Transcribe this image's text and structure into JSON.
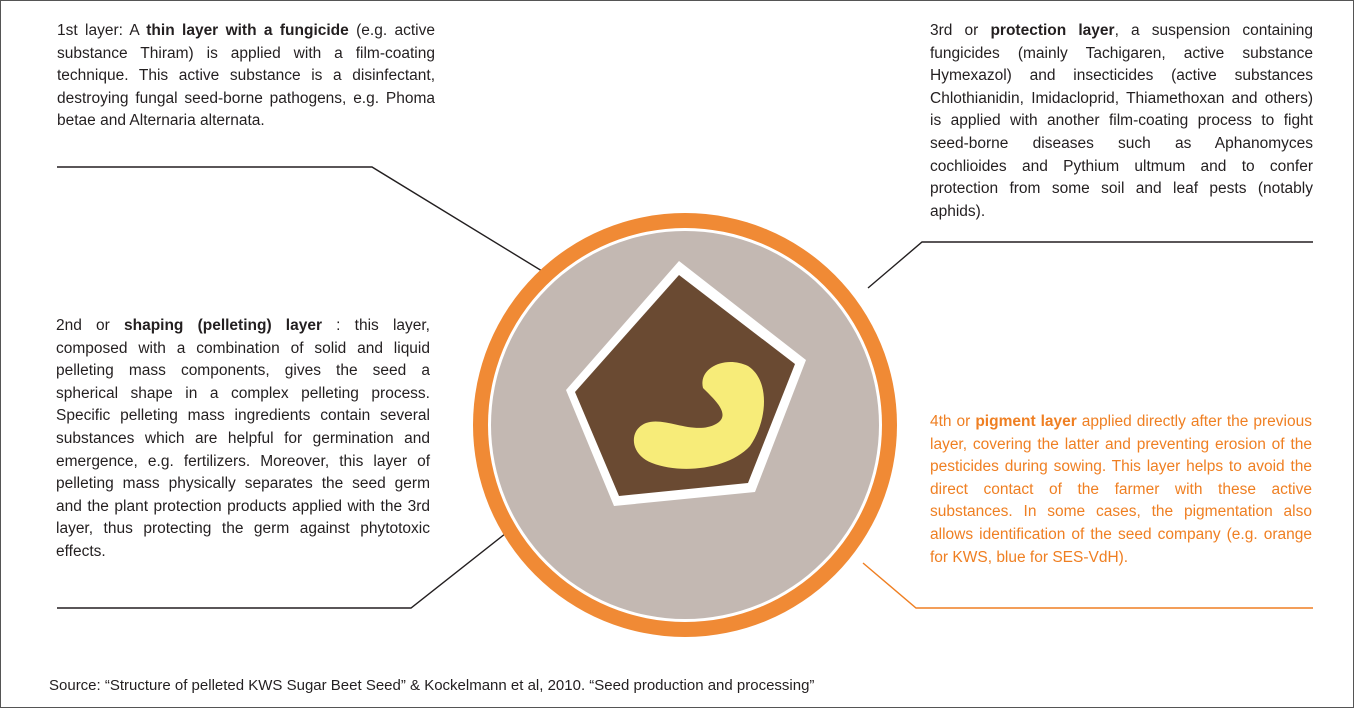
{
  "colors": {
    "ring": "#f08a35",
    "pellet": "#c3b8b2",
    "seed_coat": "#6a4a32",
    "germ": "#f7ec79",
    "accent_text": "#ef7f22",
    "line": "#231f20"
  },
  "layers": {
    "first": {
      "prefix": "1st layer: A ",
      "bold": "thin layer with a fungicide",
      "suffix": " (e.g. active substance Thiram) is applied with a film-coating technique. This active substance is a disinfectant, destroying fungal seed-borne pathogens, e.g. Phoma betae and Alternaria alternata."
    },
    "second": {
      "prefix": "2nd or ",
      "bold": "shaping (pelleting) layer",
      "suffix": " : this layer, composed with a combination of solid and liquid pelleting mass components, gives the seed a spherical shape in a complex pelleting process. Specific pelleting mass ingredients contain several substances which are helpful for germination and emergence, e.g. fertilizers. Moreover, this layer of pelleting mass physically separates the seed germ and the plant protection products applied with the 3rd layer, thus protecting the germ against phytotoxic effects."
    },
    "third": {
      "prefix": "3rd or ",
      "bold": "protection layer",
      "suffix": ", a suspension containing fungicides (mainly Tachigaren, active substance Hymexazol) and insecticides (active substances Chlothianidin, Imidacloprid, Thiamethoxan and others) is applied with another film-coating process to fight seed-borne diseases such as Aphanomyces cochlioides and Pythium ultmum and to confer protection from some soil and leaf pests (notably aphids)."
    },
    "fourth": {
      "prefix": "4th or ",
      "bold": "pigment layer",
      "suffix": " applied directly after the previous layer, covering the latter and preventing erosion of the pesticides during sowing. This layer helps to avoid the direct contact of the farmer with these active substances. In some cases, the pigmentation also allows identification of the seed company (e.g. orange for KWS, blue for SES-VdH)."
    }
  },
  "source": "Source: “Structure of pelleted KWS Sugar Beet Seed” & Kockelmann et al, 2010. “Seed production and processing”"
}
